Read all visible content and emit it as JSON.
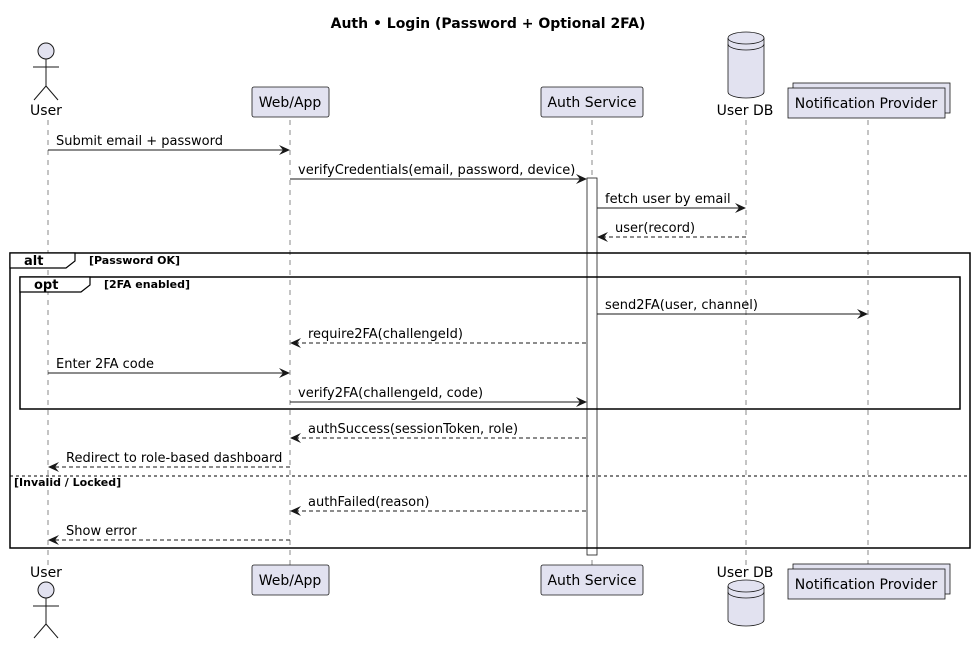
{
  "title": "Auth • Login (Password + Optional 2FA)",
  "colors": {
    "participant_fill": "#E2E2F0",
    "participant_stroke": "#181818",
    "lifeline": "#888888",
    "line": "#181818",
    "frame": "#000000",
    "activation_fill": "#FFFFFF"
  },
  "participants": [
    {
      "id": "user",
      "label": "User",
      "type": "actor"
    },
    {
      "id": "web",
      "label": "Web/App",
      "type": "participant"
    },
    {
      "id": "auth",
      "label": "Auth Service",
      "type": "participant"
    },
    {
      "id": "db",
      "label": "User DB",
      "type": "database"
    },
    {
      "id": "notif",
      "label": "Notification Provider",
      "type": "collections"
    }
  ],
  "messages": [
    {
      "from": "user",
      "to": "web",
      "text": "Submit email + password",
      "style": "solid"
    },
    {
      "from": "web",
      "to": "auth",
      "text": "verifyCredentials(email, password, device)",
      "style": "solid"
    },
    {
      "from": "auth",
      "to": "db",
      "text": "fetch user by email",
      "style": "solid"
    },
    {
      "from": "db",
      "to": "auth",
      "text": "user(record)",
      "style": "dashed"
    },
    {
      "from": "auth",
      "to": "notif",
      "text": "send2FA(user, channel)",
      "style": "solid"
    },
    {
      "from": "auth",
      "to": "web",
      "text": "require2FA(challengeId)",
      "style": "dashed"
    },
    {
      "from": "user",
      "to": "web",
      "text": "Enter 2FA code",
      "style": "solid"
    },
    {
      "from": "web",
      "to": "auth",
      "text": "verify2FA(challengeId, code)",
      "style": "solid"
    },
    {
      "from": "auth",
      "to": "web",
      "text": "authSuccess(sessionToken, role)",
      "style": "dashed"
    },
    {
      "from": "web",
      "to": "user",
      "text": "Redirect to role-based dashboard",
      "style": "dashed"
    },
    {
      "from": "auth",
      "to": "web",
      "text": "authFailed(reason)",
      "style": "dashed"
    },
    {
      "from": "web",
      "to": "user",
      "text": "Show error",
      "style": "dashed"
    }
  ],
  "fragments": {
    "alt": {
      "keyword": "alt",
      "condition": "[Password OK]",
      "else_condition": "[Invalid / Locked]"
    },
    "opt": {
      "keyword": "opt",
      "condition": "[2FA enabled]"
    }
  }
}
